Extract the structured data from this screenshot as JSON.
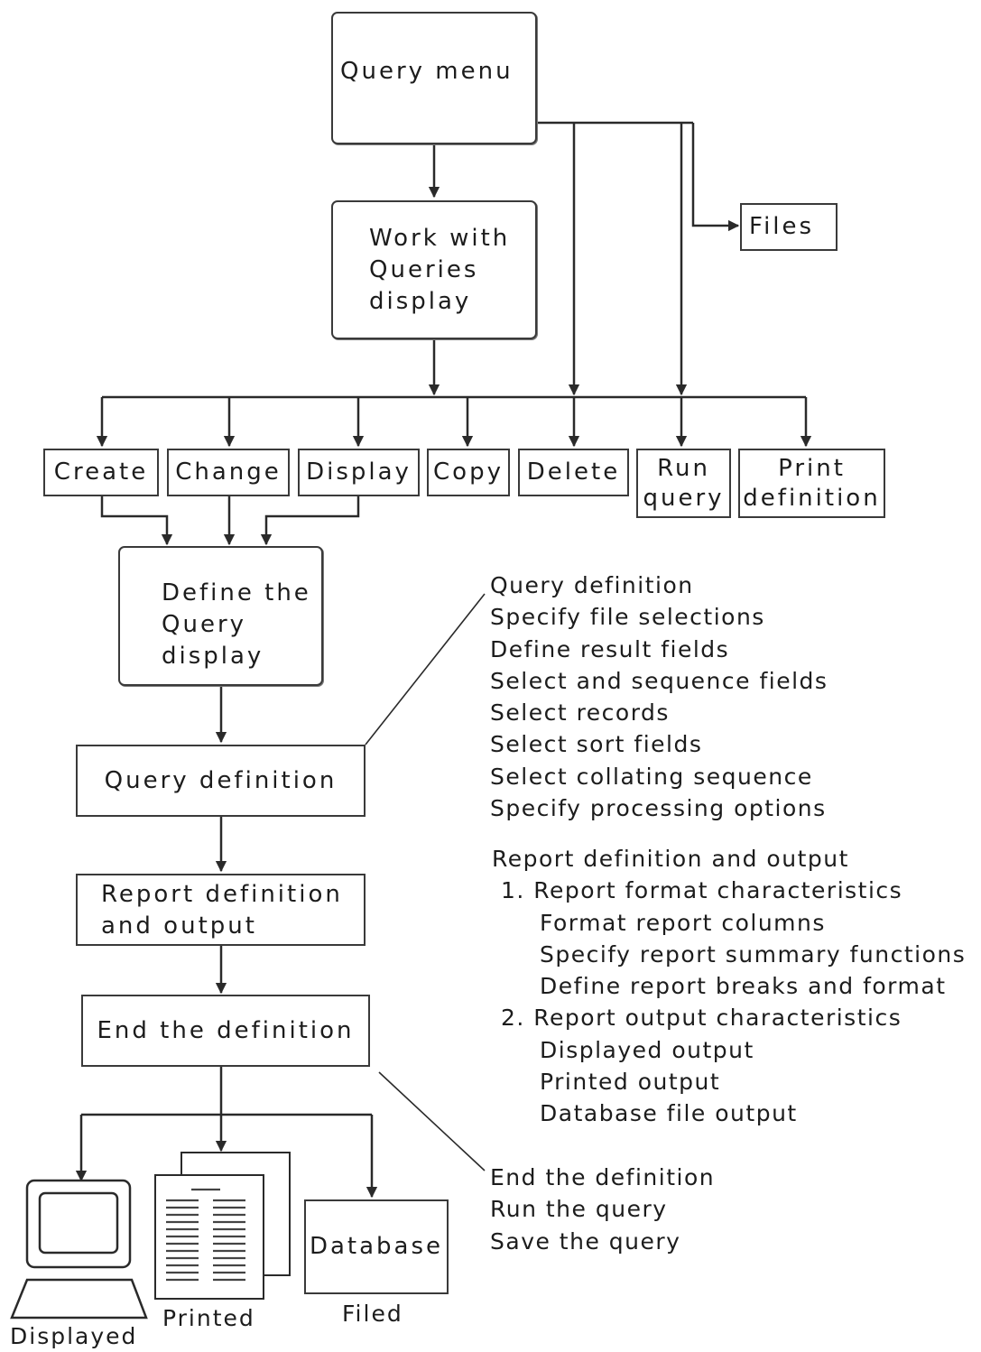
{
  "nodes": {
    "query_menu": [
      "Query menu"
    ],
    "work_with_queries": [
      "Work with",
      "Queries",
      "display"
    ],
    "files": [
      "Files"
    ],
    "create": [
      "Create"
    ],
    "change": [
      "Change"
    ],
    "display": [
      "Display"
    ],
    "copy": [
      "Copy"
    ],
    "delete": [
      "Delete"
    ],
    "run_query": [
      "Run",
      "query"
    ],
    "print_definition": [
      "Print",
      "definition"
    ],
    "define_query": [
      "Define the",
      "Query",
      "display"
    ],
    "query_definition": [
      "Query definition"
    ],
    "report_definition": [
      "Report definition",
      "and output"
    ],
    "end_definition": [
      "End the definition"
    ],
    "database": [
      "Database"
    ]
  },
  "outputs": {
    "displayed": "Displayed",
    "printed": "Printed",
    "filed": "Filed"
  },
  "query_definition_steps": [
    "Query definition",
    "Specify file selections",
    "Define result fields",
    "Select and sequence fields",
    "Select records",
    "Select sort fields",
    "Select collating sequence",
    "Specify processing options"
  ],
  "report_steps": [
    "Report definition and output",
    "1. Report format characteristics",
    "Format report columns",
    "Specify report summary functions",
    "Define report breaks and format",
    "2. Report output characteristics",
    "Displayed output",
    "Printed output",
    "Database file output"
  ],
  "end_steps": [
    "End the definition",
    "Run the query",
    "Save the query"
  ],
  "colors": {
    "line": "#2a2a2a",
    "text": "#1c1c1c",
    "background": "#ffffff"
  }
}
